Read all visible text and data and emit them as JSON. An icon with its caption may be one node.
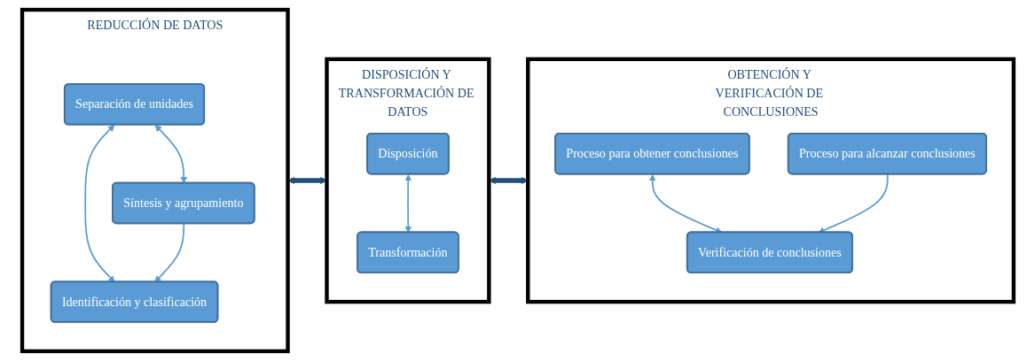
{
  "diagram": {
    "nodes": [
      {
        "text": [
          "REDUCCIÓN DE DATOS"
        ]
      },
      {
        "text": [
          "Separación de unidades"
        ],
        "in": 0
      },
      {
        "text": [
          "Síntesis y agrupamiento"
        ],
        "in": 0
      },
      {
        "text": [
          "Identificación y clasificación"
        ],
        "in": 0
      },
      {
        "text": [
          "DISPOSICIÓN Y TRANSFORMACIÓN DE DATOS"
        ]
      },
      {
        "text": [
          "Disposición"
        ],
        "in": 4
      },
      {
        "text": [
          "Transformación"
        ],
        "in": 4
      },
      {
        "text": [
          "OBTENCIÓN Y VERIFICACIÓN DE CONCLUSIONES"
        ]
      },
      {
        "text": [
          "Proceso para obtener conclusiones"
        ],
        "in": 7
      },
      {
        "text": [
          "Verificación de conclusiones"
        ],
        "in": 7
      },
      {
        "text": [
          "Proceso para alcanzar conclusiones"
        ],
        "in": 7
      }
    ],
    "edges": [
      {
        "from": 1,
        "to": 2,
        "arrow": "both"
      },
      {
        "from": 1,
        "to": 3,
        "arrow": "both"
      },
      {
        "from": 2,
        "to": 3,
        "arrow": "to"
      },
      {
        "from": 5,
        "to": 6,
        "arrow": "both"
      },
      {
        "from": 8,
        "to": 9,
        "arrow": "both"
      },
      {
        "from": 10,
        "to": 9,
        "arrow": "to"
      },
      {
        "from": 0,
        "to": 4,
        "arrow": "both",
        "style": "thick",
        "color": "#1f4e79"
      },
      {
        "from": 4,
        "to": 7,
        "arrow": "both",
        "style": "thick",
        "color": "#1f4e79"
      }
    ]
  }
}
